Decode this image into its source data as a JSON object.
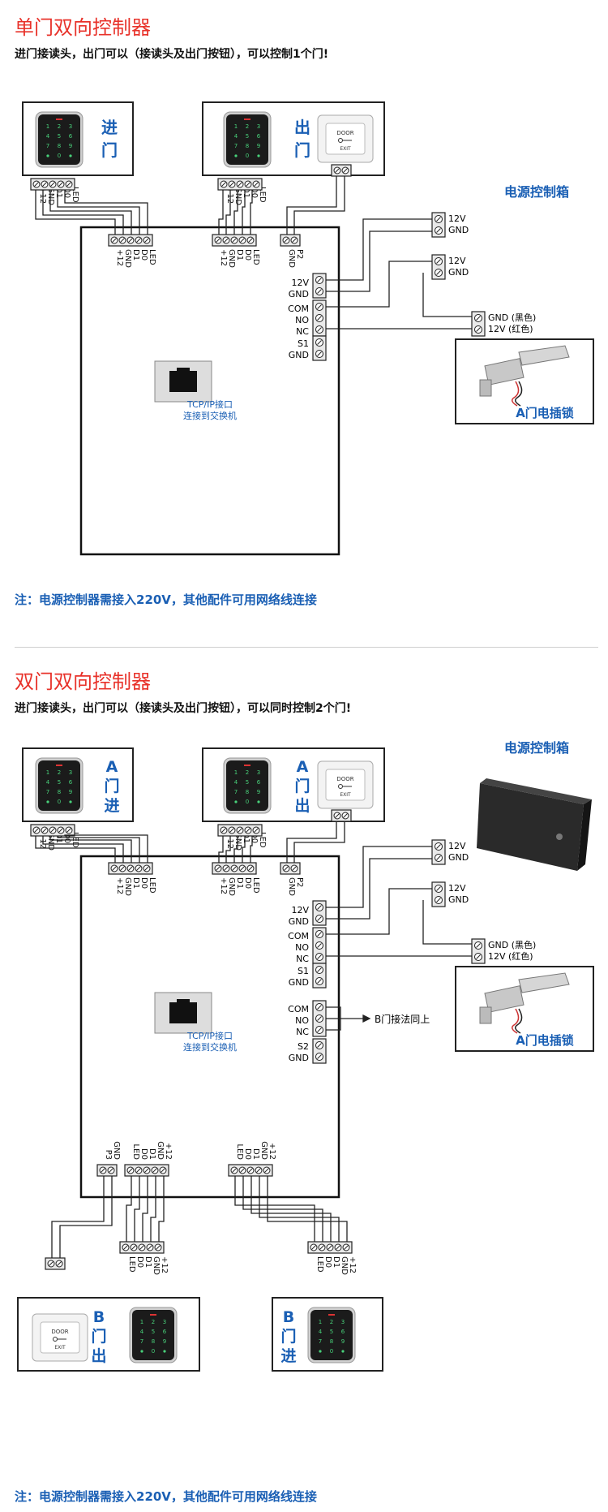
{
  "section1": {
    "title": "单门双向控制器",
    "subtitle": "进门接读头，出门可以（接读头及出门按钮），可以控制1个门!",
    "reader_in": [
      "进",
      "门"
    ],
    "reader_out": [
      "出",
      "门"
    ],
    "power_box": "电源控制箱",
    "lock_label": "A门电插锁",
    "tcp_line1": "TCP/IP接口",
    "tcp_line2": "连接到交换机",
    "note": "注：电源控制器需接入220V，其他配件可用网络线连接"
  },
  "section2": {
    "title": "双门双向控制器",
    "subtitle": "进门接读头，出门可以（接读头及出门按钮），可以同时控制2个门!",
    "reader_a_in": [
      "A",
      "门",
      "进"
    ],
    "reader_a_out": [
      "A",
      "门",
      "出"
    ],
    "reader_b_out": [
      "B",
      "门",
      "出"
    ],
    "reader_b_in": [
      "B",
      "门",
      "进"
    ],
    "power_box": "电源控制箱",
    "lock_label": "A门电插锁",
    "b_same": "B门接法同上",
    "tcp_line1": "TCP/IP接口",
    "tcp_line2": "连接到交换机",
    "note": "注：电源控制器需接入220V，其他配件可用网络线连接"
  },
  "labels": {
    "reader_pins": [
      "+12",
      "GND",
      "D1",
      "D0",
      "LED"
    ],
    "exit_pins": [
      "GND",
      "P2"
    ],
    "exit_pins_b": [
      "P3",
      "GND"
    ],
    "bottom_pins_left": [
      "LED",
      "D0",
      "D1",
      "GND",
      "+12"
    ],
    "v12": "12V",
    "gnd": "GND",
    "com": "COM",
    "no": "NO",
    "nc": "NC",
    "s1": "S1",
    "s2": "S2",
    "gnd_black": "GND (黑色)",
    "v12_red": "12V (红色)",
    "door_text": "DOOR",
    "exit_text": "EXIT"
  },
  "keypad_keys": [
    "1",
    "2",
    "3",
    "4",
    "5",
    "6",
    "7",
    "8",
    "9",
    "",
    "0",
    ""
  ],
  "colors": {
    "title_red": "#e8322a",
    "accent_blue": "#1a5fb4",
    "wire": "#222222"
  }
}
